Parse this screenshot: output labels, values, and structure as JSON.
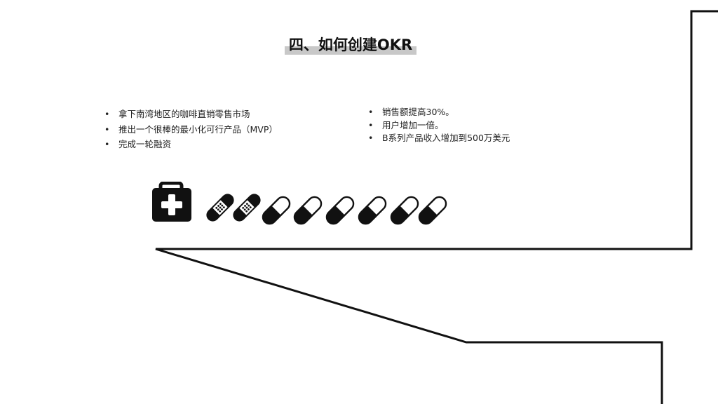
{
  "slide": {
    "title": "四、如何创建OKR",
    "objectives": [
      "拿下南湾地区的咖啡直销零售市场",
      "推出一个很棒的最小化可行产品（MVP）",
      "完成一轮融资"
    ],
    "key_results": [
      "销售额提高30%。",
      "用户增加一倍。",
      "B系列产品收入增加到500万美元"
    ],
    "icons": {
      "medical_kit": "medical-kit-icon",
      "bandage": "bandage-icon",
      "pill": "pill-icon",
      "bandage_count": 2,
      "pill_count": 6
    },
    "colors": {
      "line": "#111111",
      "title_highlight": "#c8c8c8",
      "background": "#ffffff"
    }
  }
}
